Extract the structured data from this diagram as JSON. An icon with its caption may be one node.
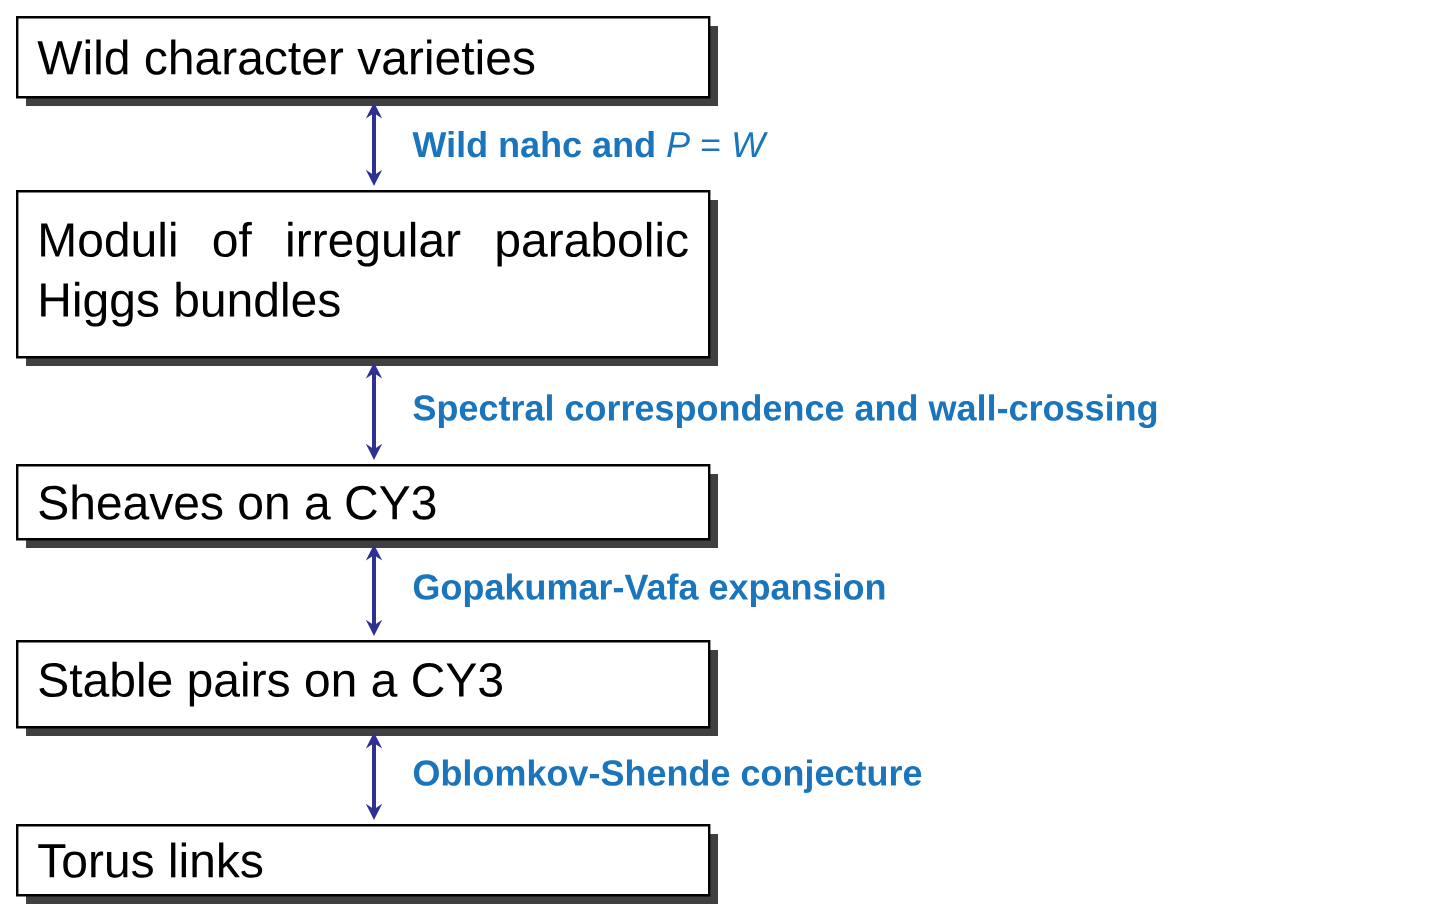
{
  "diagram": {
    "nodes": [
      {
        "text": [
          "Wild character varieties"
        ]
      },
      {
        "text": [
          "Moduli of irregular parabolic Higgs bundles"
        ]
      },
      {
        "text": [
          "Sheaves on a CY3"
        ]
      },
      {
        "text": [
          "Stable pairs on a CY3"
        ]
      },
      {
        "text": [
          "Torus links"
        ]
      }
    ],
    "edges": [
      {
        "from": 0,
        "to": 1,
        "arrow": "both",
        "label": "**Wild nahc and** *P* = *W*"
      },
      {
        "from": 1,
        "to": 2,
        "arrow": "both",
        "label": "**Spectral correspondence and wall-crossing**"
      },
      {
        "from": 2,
        "to": 3,
        "arrow": "both",
        "label": "**Gopakumar-Vafa expansion**"
      },
      {
        "from": 3,
        "to": 4,
        "arrow": "both",
        "label": "**Oblomkov-Shende conjecture**"
      }
    ]
  }
}
